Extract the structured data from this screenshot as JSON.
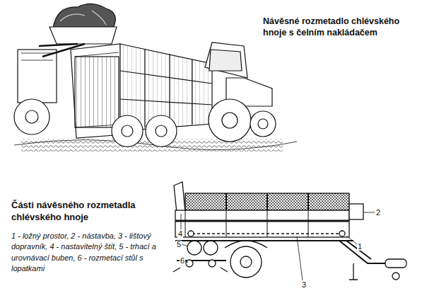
{
  "diagram": {
    "title": "Návěsné rozmetadlo chlévského hnoje s čelním nakládačem",
    "labels": [
      "Části návěsného rozmetadla chlévského hnoje",
      "1 - ložný prostor, 2 - nástavba, 3 - lištový dopravník, 4 - nastavitelný štít, 5 - trhací a urovnávací buben, 6 - rozmetací stůl s lopatkami",
      "1",
      "2",
      "3",
      "4",
      "5",
      "6"
    ]
  }
}
